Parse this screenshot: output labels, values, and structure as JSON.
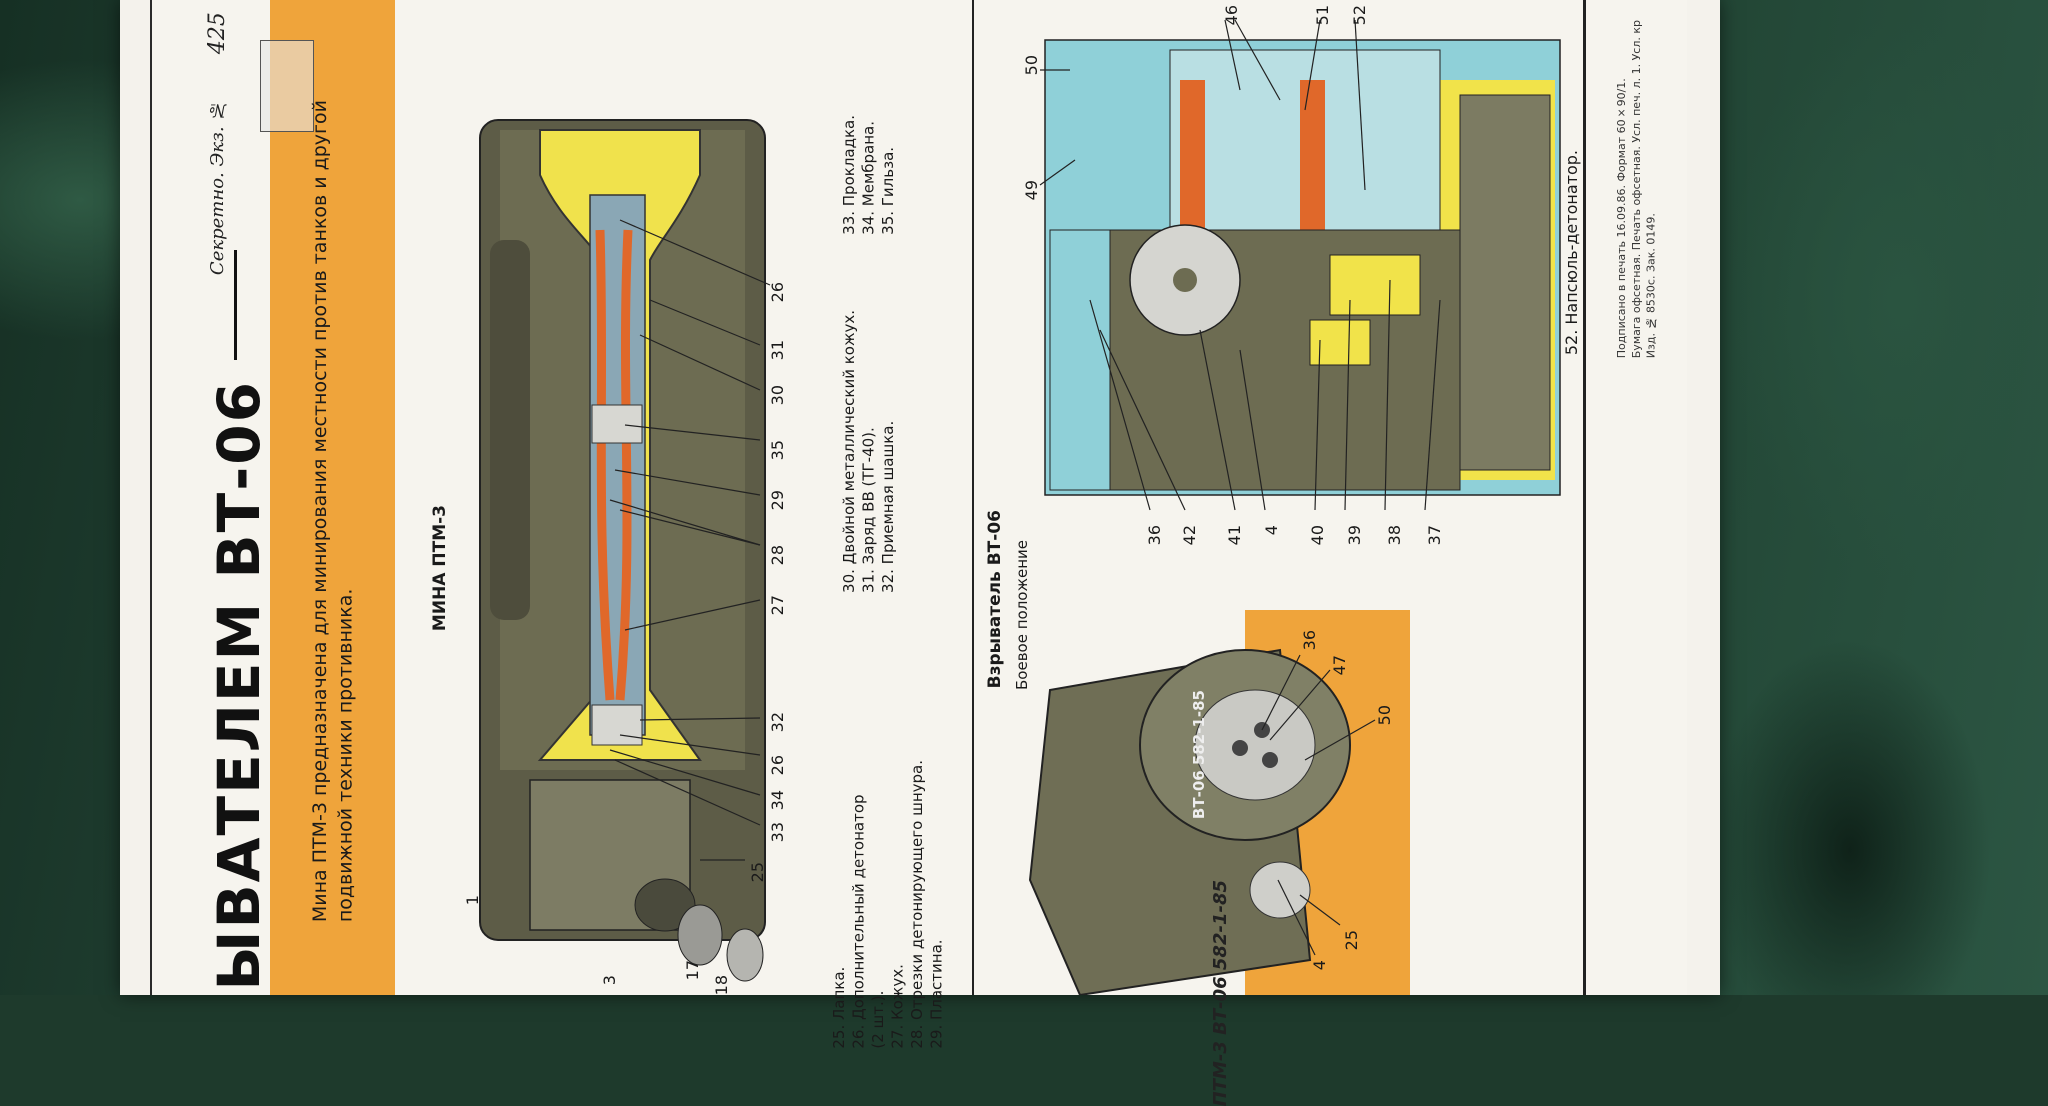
{
  "poster": {
    "secret_label": "Секретно. Экз. №",
    "copy_number": "425",
    "title": "ЫВАТЕЛЕМ ВТ-06",
    "description_line1": "Мина ПТМ-3 предназначена для минирования местности против танков и другой",
    "description_line2": "подвижной техники противника."
  },
  "mine_section": {
    "heading": "МИНА ПТМ-3",
    "callouts": [
      "26",
      "31",
      "30",
      "35",
      "29",
      "28",
      "27",
      "32",
      "26",
      "34",
      "33",
      "25",
      "1",
      "3",
      "17",
      "18"
    ],
    "legend_left": [
      "25. Лапка.",
      "26. Дополнительный детонатор",
      "      (2 шт.).",
      "27. Кожух.",
      "28. Отрезки детонирующего шнура.",
      "29. Пластина."
    ],
    "legend_mid": [
      "30. Двойной металлический кожух.",
      "31. Заряд ВВ (ТГ-40).",
      "32. Приемная шашка."
    ],
    "legend_right": [
      "33. Прокладка.",
      "34. Мембрана.",
      "35. Гильза."
    ]
  },
  "fuze_section": {
    "heading": "Взрыватель ВТ-06",
    "subheading": "Боевое положение",
    "callouts_photo": [
      "36",
      "47",
      "50",
      "4",
      "25"
    ],
    "body_marking": "ВТ-06 582-1-85",
    "body_marking_2": "ПТМ-3 ВТ-06 582-1-85",
    "callouts_section": [
      "50",
      "46",
      "51",
      "52",
      "49",
      "36",
      "42",
      "41",
      "4",
      "40",
      "39",
      "38",
      "37"
    ],
    "legend": "52. Напсюль-детонатор."
  },
  "footer": {
    "line1": "Подписано в печать 16.09.86. Формат 60×90/1.",
    "line2": "Бумага офсетная. Печать офсетная. Усл. печ. л. 1. Усл. кр",
    "line3": "Изд. № 8530с. Зак. 0149."
  },
  "colors": {
    "orange": "#efa43b",
    "yellow_charge": "#f1e34a",
    "olive_body": "#6b6a4f",
    "cyan_section": "#8fd0d8",
    "fuse_cord": "#e0682a"
  }
}
